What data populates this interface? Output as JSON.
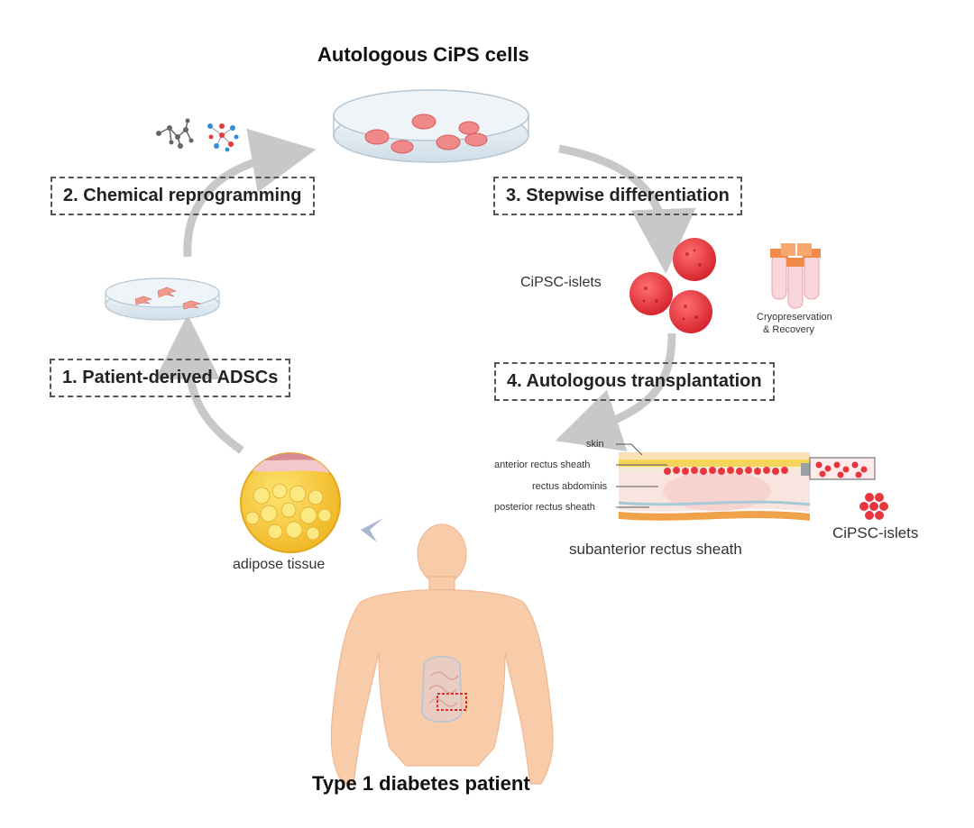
{
  "title_top": "Autologous CiPS cells",
  "title_bottom": "Type 1 diabetes patient",
  "steps": [
    "1. Patient-derived ADSCs",
    "2. Chemical reprogramming",
    "3. Stepwise differentiation",
    "4. Autologous transplantation"
  ],
  "labels": {
    "adipose": "adipose tissue",
    "islets": "CiPSC-islets",
    "islets_right": "CiPSC-islets",
    "cryo_line1": "Cryopreservation",
    "cryo_line2": "& Recovery",
    "site": "subanterior rectus sheath"
  },
  "layers": [
    "skin",
    "anterior rectus sheath",
    "rectus abdominis",
    "posterior rectus sheath"
  ],
  "colors": {
    "arrow": "#c8c8c8",
    "islet": "#e8363f",
    "fat": "#f5c93a",
    "skin_body": "#f7c9a8",
    "box_border": "#555555"
  }
}
